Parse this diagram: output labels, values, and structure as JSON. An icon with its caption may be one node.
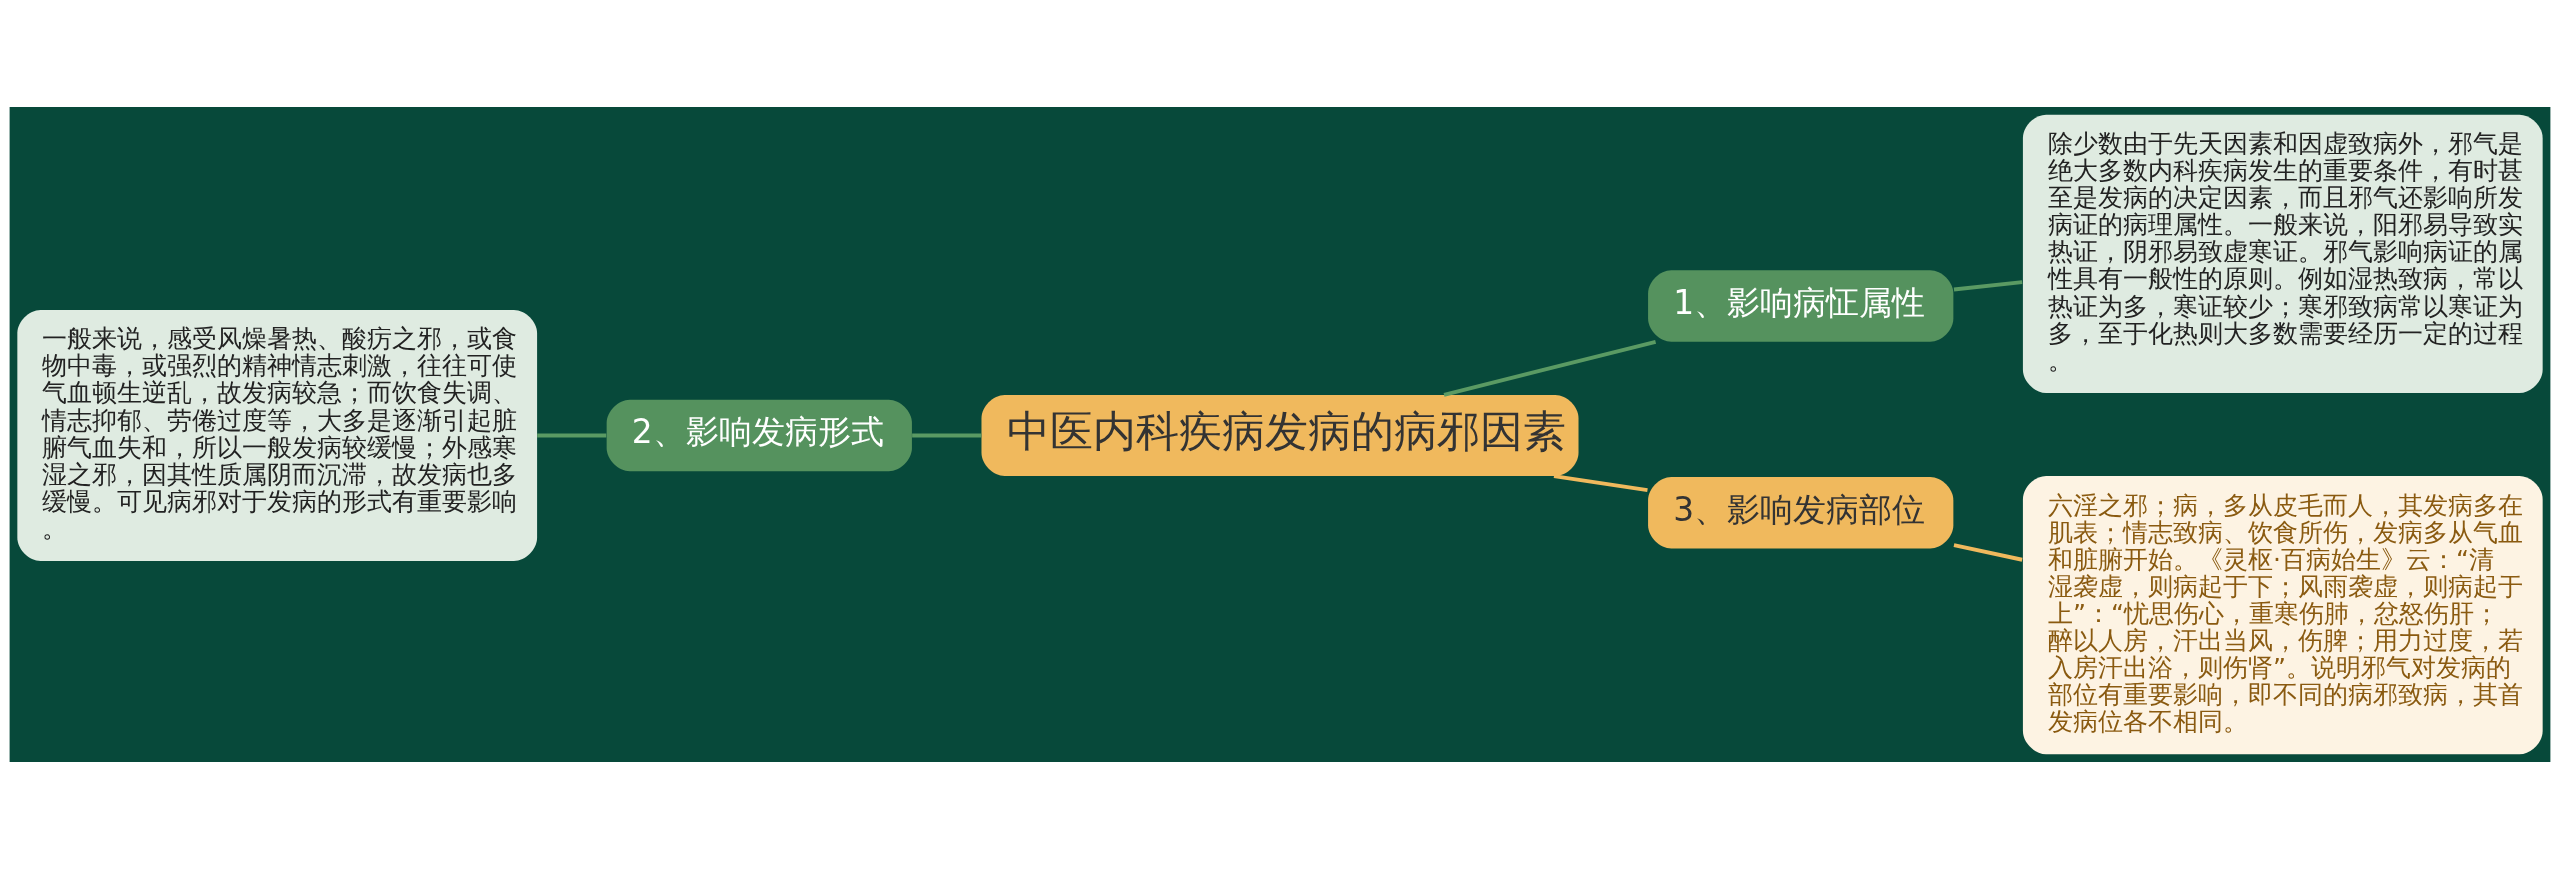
{
  "diagram": {
    "nodes": [
      {
        "text": [
          "中医内科疾病发病的病邪因素"
        ]
      },
      {
        "text": [
          "1、影响病怔属性"
        ]
      },
      {
        "text": [
          "除少数由于先天因素和因虚致病外，邪气是绝大多数内科疾病发生的重要条件，有时甚至是发病的决定因素，而且邪气还影响所发病证的病理属性。一般来说，阳邪易导致实热证，阴邪易致虚寒证。邪气影响病证的属性具有一般性的原则。例如湿热致病，常以热证为多，寒证较少；寒邪致病常以寒证为多，至于化热则大多数需要经历一定的过程。"
        ]
      },
      {
        "text": [
          "2、影响发病形式"
        ]
      },
      {
        "text": [
          "一般来说，感受风燥暑热、酸疠之邪，或食物中毒，或强烈的精神情志刺激，往往可使气血顿生逆乱，故发病较急；而饮食失调、情志抑郁、劳倦过度等，大多是逐渐引起脏腑气血失和，所以一般发病较缓慢；外感寒湿之邪，因其性质属阴而沉滞，故发病也多缓慢。可见病邪对于发病的形式有重要影响。"
        ]
      },
      {
        "text": [
          "3、影响发病部位"
        ]
      },
      {
        "text": [
          "六淫之邪；病，多从皮毛而人，其发病多在肌表；情志致病、饮食所伤，发病多从气血和脏腑开始。《灵枢·百病始生》云：“清湿袭虚，则病起于下；风雨袭虚，则病起于上”：“忧思伤心，重寒伤肺，忿怒伤肝；醉以人房，汗出当风，伤脾；用力过度，若入房汗出浴，则伤肾”。说明邪气对发病的部位有重要影响，即不同的病邪致病，其首发病位各不相同。"
        ]
      }
    ],
    "edges": [
      {
        "from": 0,
        "to": 1,
        "arrow": "none"
      },
      {
        "from": 1,
        "to": 2,
        "arrow": "none"
      },
      {
        "from": 0,
        "to": 3,
        "arrow": "none"
      },
      {
        "from": 3,
        "to": 4,
        "arrow": "none"
      },
      {
        "from": 0,
        "to": 5,
        "arrow": "none",
        "color": "#f0b95d"
      },
      {
        "from": 5,
        "to": 6,
        "arrow": "none",
        "color": "#f0b95d"
      }
    ]
  }
}
